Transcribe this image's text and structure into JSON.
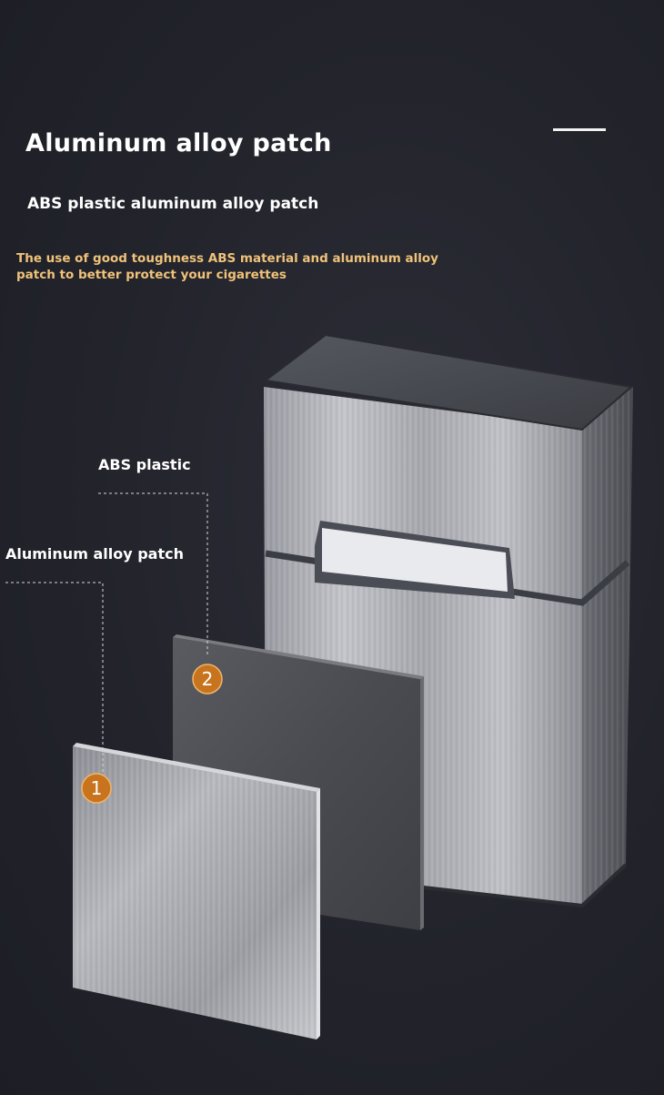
{
  "header": {
    "title": "Aluminum alloy patch",
    "subtitle": "ABS plastic aluminum alloy patch",
    "description": "The use of good toughness ABS material and aluminum alloy patch to better protect your cigarettes"
  },
  "callouts": [
    {
      "label": "ABS plastic",
      "number": "2"
    },
    {
      "label": "Aluminum alloy patch",
      "number": "1"
    }
  ],
  "colors": {
    "background": "#22232b",
    "description_text": "#f0c27a",
    "badge": "#c8741e"
  }
}
